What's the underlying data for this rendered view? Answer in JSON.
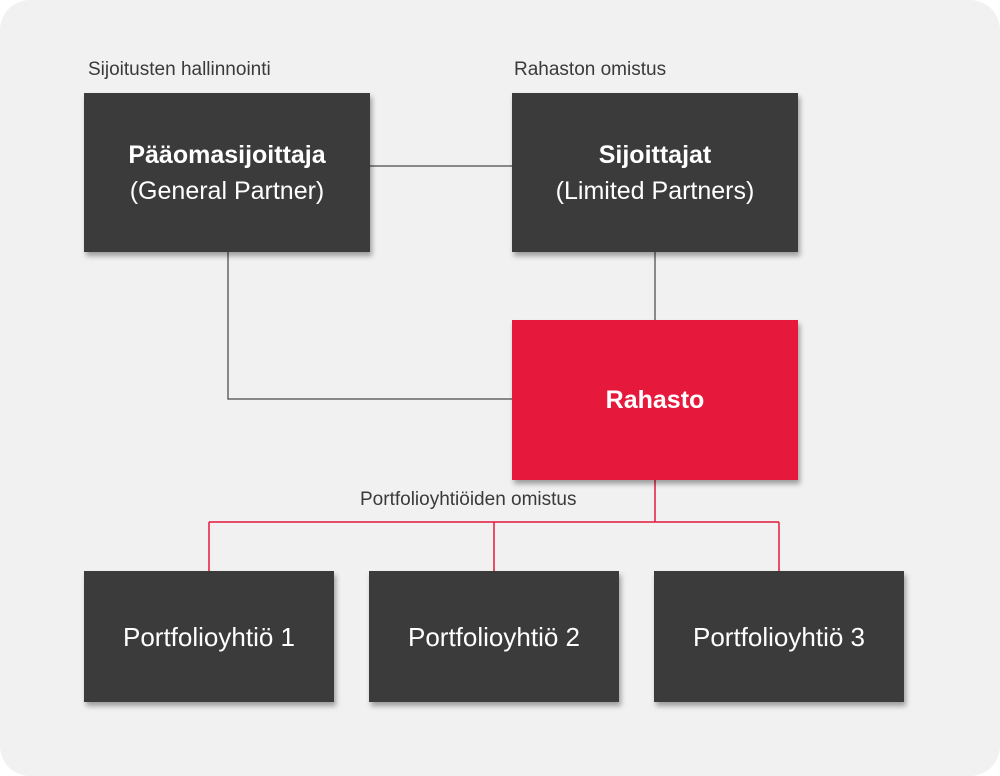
{
  "colors": {
    "background": "#f1f1f1",
    "box_dark": "#3b3b3b",
    "box_accent": "#e6193c",
    "connector_gray": "#666666",
    "connector_red": "#e6193c"
  },
  "labels": {
    "management": "Sijoitusten hallinnointi",
    "fund_ownership": "Rahaston omistus",
    "portfolio_ownership": "Portfolioyhtiöiden omistus"
  },
  "nodes": {
    "general_partner": {
      "title": "Pääomasijoittaja",
      "subtitle": "(General Partner)"
    },
    "limited_partners": {
      "title": "Sijoittajat",
      "subtitle": "(Limited Partners)"
    },
    "fund": {
      "title": "Rahasto"
    },
    "portfolio": [
      {
        "label": "Portfolioyhtiö 1"
      },
      {
        "label": "Portfolioyhtiö 2"
      },
      {
        "label": "Portfolioyhtiö 3"
      }
    ]
  }
}
